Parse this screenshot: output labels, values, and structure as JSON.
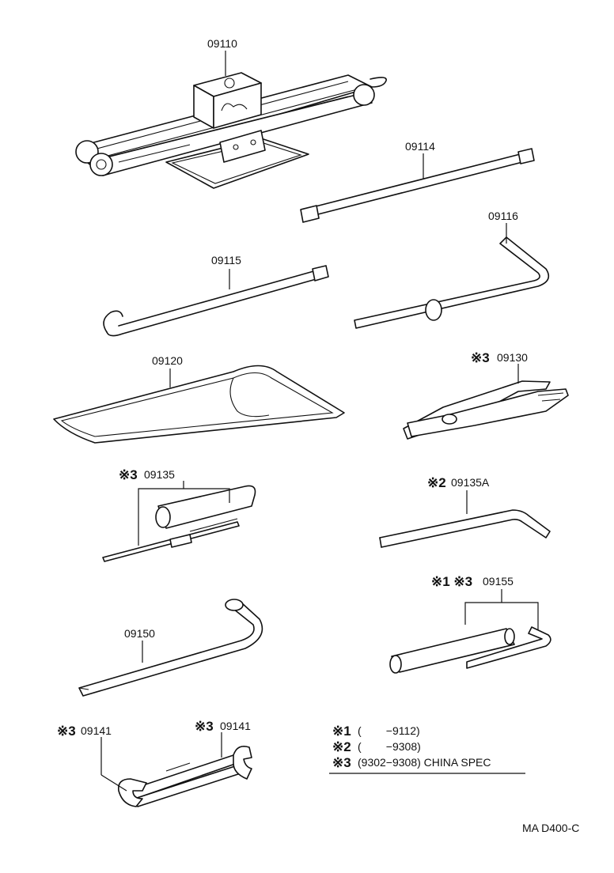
{
  "parts": [
    {
      "id": "jack",
      "number": "09110",
      "mark": ""
    },
    {
      "id": "jack-handle-bar",
      "number": "09114",
      "mark": ""
    },
    {
      "id": "jack-handle-crank",
      "number": "09116",
      "mark": ""
    },
    {
      "id": "jack-handle-hook",
      "number": "09115",
      "mark": ""
    },
    {
      "id": "tool-bag",
      "number": "09120",
      "mark": ""
    },
    {
      "id": "pliers",
      "number": "09130",
      "mark": "※3"
    },
    {
      "id": "screwdriver-set",
      "number": "09135",
      "mark": "※3"
    },
    {
      "id": "hub-nut-wrench",
      "number": "09135A",
      "mark": "※2"
    },
    {
      "id": "wheel-nut-wrench",
      "number": "09150",
      "mark": ""
    },
    {
      "id": "spark-plug-wrench",
      "number": "09155",
      "mark": "※1 ※3"
    },
    {
      "id": "wrench-left",
      "number": "09141",
      "mark": "※3"
    },
    {
      "id": "wrench-right",
      "number": "09141",
      "mark": "※3"
    }
  ],
  "notes": [
    {
      "mark": "※1",
      "text": "(        −9112)"
    },
    {
      "mark": "※2",
      "text": "(        −9308)"
    },
    {
      "mark": "※3",
      "text": "(9302−9308) CHINA SPEC"
    }
  ],
  "reference": "MA D400-C"
}
